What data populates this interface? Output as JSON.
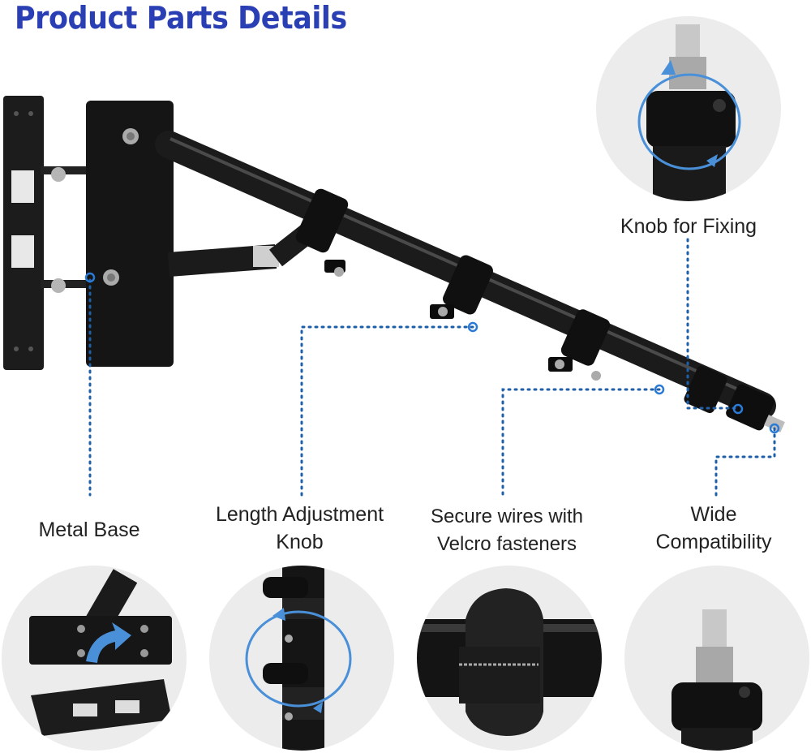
{
  "title": "Product Parts Details",
  "labels": {
    "knob_fixing": "Knob for Fixing",
    "metal_base": "Metal Base",
    "length_adjust_line1": "Length Adjustment",
    "length_adjust_line2": "Knob",
    "velcro_line1": "Secure wires with",
    "velcro_line2": "Velcro fasteners",
    "wide_line1": "Wide",
    "wide_line2": "Compatibility"
  },
  "colors": {
    "title": "#2b3fb5",
    "dotted_line": "#1f5fa8",
    "arrow": "#4a90d9",
    "metal": "#1a1a1a",
    "circle_bg": "#ececec"
  }
}
